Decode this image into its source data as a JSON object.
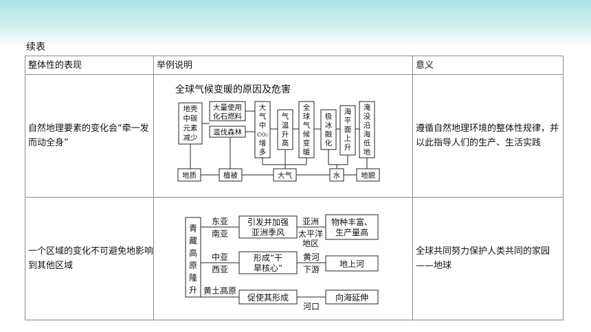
{
  "title": "续表",
  "headers": [
    "整体性的表现",
    "举例说明",
    "意义"
  ],
  "row1": {
    "manifestation": "自然地理要素的变化会“牵一发而动全身”",
    "diagram_title": "全球气候变暖的原因及危害",
    "significance": "遵循自然地理环境的整体性规律，并以此指导人们的生产、生活实践",
    "diagram": {
      "col_a": [
        "地",
        "壳",
        "中",
        "碳",
        "元",
        "素",
        "减",
        "少"
      ],
      "box_b1": [
        "大量使用",
        "化石燃料"
      ],
      "box_b2": "滥伐森林",
      "col_c": [
        "大",
        "气",
        "中",
        "CO₂",
        "增",
        "多"
      ],
      "col_d": [
        "气",
        "温",
        "升",
        "高"
      ],
      "col_e": [
        "全",
        "球",
        "气",
        "候",
        "变",
        "暖"
      ],
      "col_f": [
        "极",
        "冰",
        "融",
        "化"
      ],
      "col_g": [
        "海",
        "平",
        "面",
        "上",
        "升"
      ],
      "col_h": [
        "淹",
        "没",
        "沿",
        "海",
        "低",
        "地"
      ],
      "bottom": [
        "地质",
        "植被",
        "大气",
        "水",
        "地貌"
      ]
    }
  },
  "row2": {
    "manifestation": "一个区域的变化不可避免地影响到其他区域",
    "significance": "全球共同努力保护人类共同的家园——地球",
    "diagram": {
      "left": [
        "青",
        "藏",
        "高",
        "原",
        "隆",
        "升"
      ],
      "region1": [
        "东亚",
        "南亚"
      ],
      "region2": [
        "中亚",
        "西亚"
      ],
      "region3": "黄土高原",
      "effect1": [
        "引发并加强",
        "亚洲季风"
      ],
      "effect2": [
        "形成“干",
        "旱核心”"
      ],
      "effect3": "促使其形成",
      "mid1": [
        "亚洲",
        "太平洋",
        "地区"
      ],
      "mid2": [
        "黄河",
        "下游"
      ],
      "mid3": "河口",
      "result1": [
        "物种丰富、",
        "生产量高"
      ],
      "result2": "地上河",
      "result3": "向海延伸"
    }
  }
}
